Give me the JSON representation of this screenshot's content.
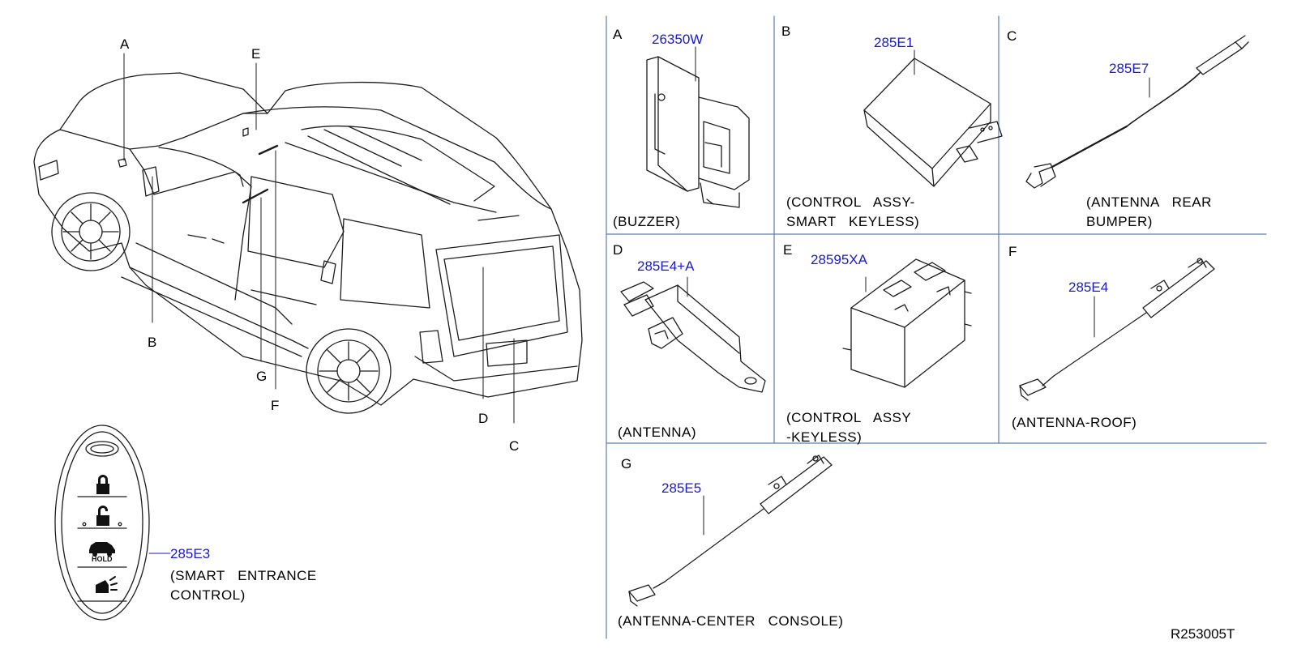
{
  "callouts": {
    "A": "A",
    "B": "B",
    "C": "C",
    "D": "D",
    "E": "E",
    "F": "F",
    "G": "G"
  },
  "key_fob": {
    "part_number": "285E3",
    "description_line1": "(SMART   ENTRANCE",
    "description_line2": "CONTROL)",
    "hold_label": "HOLD"
  },
  "panels": [
    {
      "letter": "A",
      "part_number": "26350W",
      "description": "(BUZZER)"
    },
    {
      "letter": "B",
      "part_number": "285E1",
      "description": "(CONTROL   ASSY-\nSMART   KEYLESS)"
    },
    {
      "letter": "C",
      "part_number": "285E7",
      "description": "(ANTENNA   REAR\nBUMPER)"
    },
    {
      "letter": "D",
      "part_number": "285E4+A",
      "description": "(ANTENNA)"
    },
    {
      "letter": "E",
      "part_number": "28595XA",
      "description": "(CONTROL   ASSY\n-KEYLESS)"
    },
    {
      "letter": "F",
      "part_number": "285E4",
      "description": "(ANTENNA-ROOF)"
    },
    {
      "letter": "G",
      "part_number": "285E5",
      "description": "(ANTENNA-CENTER   CONSOLE)"
    }
  ],
  "drawing_number": "R253005T",
  "colors": {
    "part_number": "#1a1acc",
    "line": "#1c1c1c",
    "grid": "#5b7fb0"
  },
  "icons": [
    "lock-icon",
    "unlock-icon",
    "car-icon",
    "trunk-icon"
  ]
}
